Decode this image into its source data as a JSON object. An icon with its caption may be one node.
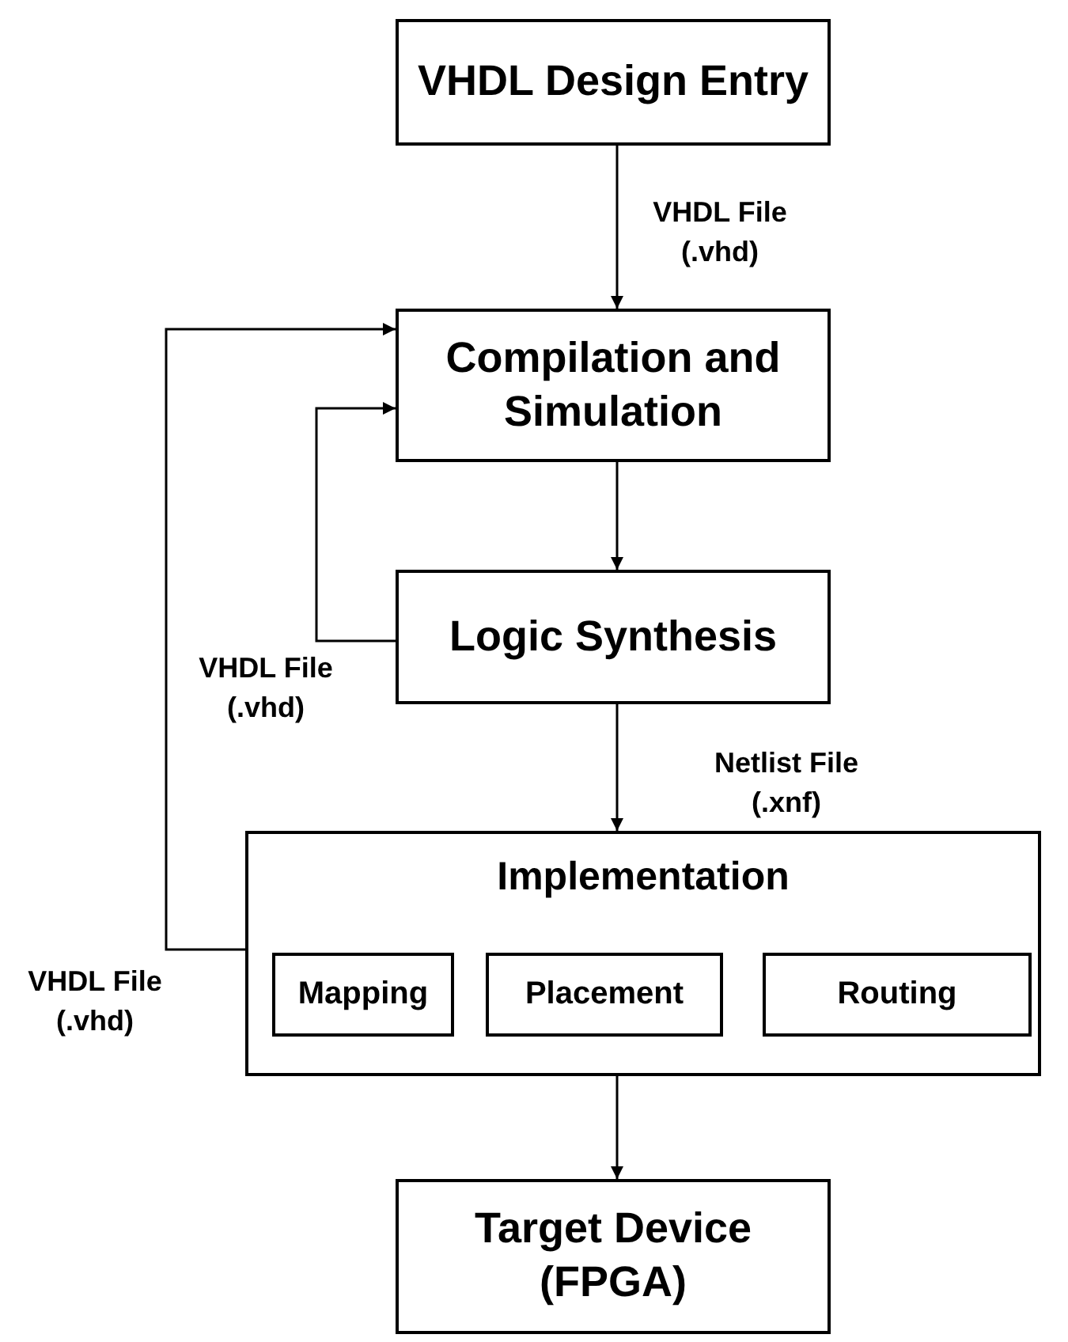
{
  "diagram": {
    "nodes": [
      {
        "text": [
          "VHDL Design Entry"
        ]
      },
      {
        "text": [
          "Compilation and Simulation"
        ]
      },
      {
        "text": [
          "Logic Synthesis"
        ]
      },
      {
        "text": [
          "Implementation"
        ]
      },
      {
        "text": [
          "Mapping"
        ],
        "in": 3
      },
      {
        "text": [
          "Placement"
        ],
        "in": 3
      },
      {
        "text": [
          "Routing"
        ],
        "in": 3
      },
      {
        "text": [
          "Target Device (FPGA)"
        ]
      }
    ],
    "edges": [
      {
        "from": 0,
        "to": 1,
        "arrow": "to",
        "label": "VHDL File (.vhd)"
      },
      {
        "from": 1,
        "to": 2,
        "arrow": "to"
      },
      {
        "from": 2,
        "to": 1,
        "arrow": "to",
        "label": "VHDL File (.vhd)"
      },
      {
        "from": 2,
        "to": 3,
        "arrow": "to",
        "label": "Netlist File (.xnf)"
      },
      {
        "from": 3,
        "to": 1,
        "arrow": "to",
        "label": "VHDL File (.vhd)"
      },
      {
        "from": 3,
        "to": 7,
        "arrow": "to"
      }
    ]
  }
}
